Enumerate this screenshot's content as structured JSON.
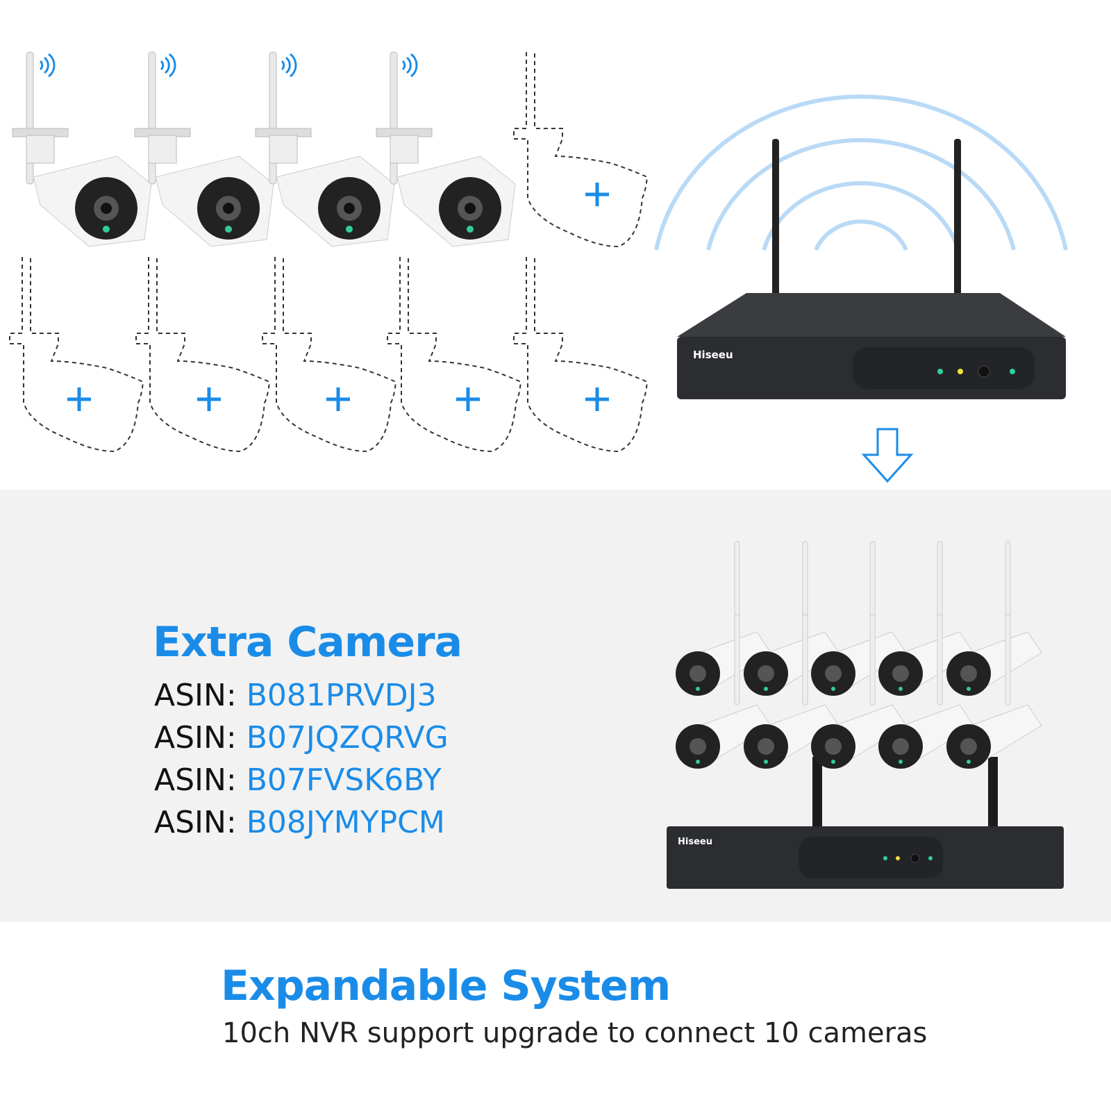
{
  "colors": {
    "accent": "#1a8ce8",
    "band": "#f2f2f2",
    "nvr": "#2b2d30"
  },
  "brand": "Hiseeu",
  "top": {
    "installed_cameras": 4,
    "empty_slots": 6,
    "empty_slot_icon": "plus-icon",
    "arrow_icon": "arrow-down-icon"
  },
  "extra": {
    "title": "Extra Camera",
    "asin_label": "ASIN:",
    "asins": [
      "B081PRVDJ3",
      "B07JQZQRVG",
      "B07FVSK6BY",
      "B08JYMYPCM"
    ]
  },
  "footer": {
    "title": "Expandable System",
    "subtitle": "10ch NVR support upgrade to connect 10 cameras"
  }
}
